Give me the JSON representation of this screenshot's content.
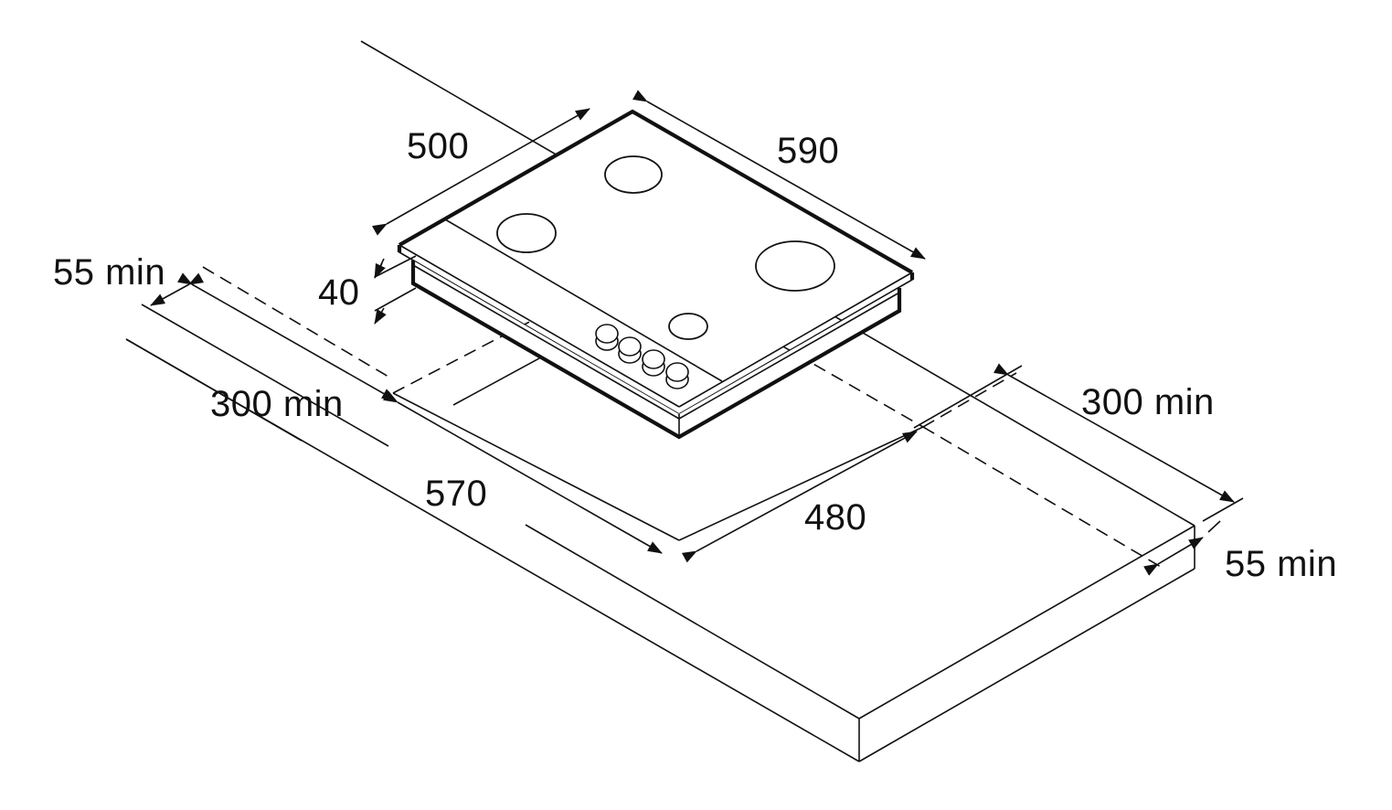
{
  "dimensions": {
    "hob_depth": "500",
    "hob_width": "590",
    "hob_height": "40",
    "left_clearance_side": "55 min",
    "left_clearance_front": "300 min",
    "cutout_width": "570",
    "cutout_depth": "480",
    "right_clearance": "300 min",
    "rear_clearance": "55 min"
  },
  "colors": {
    "line": "#111111",
    "background": "#ffffff"
  }
}
